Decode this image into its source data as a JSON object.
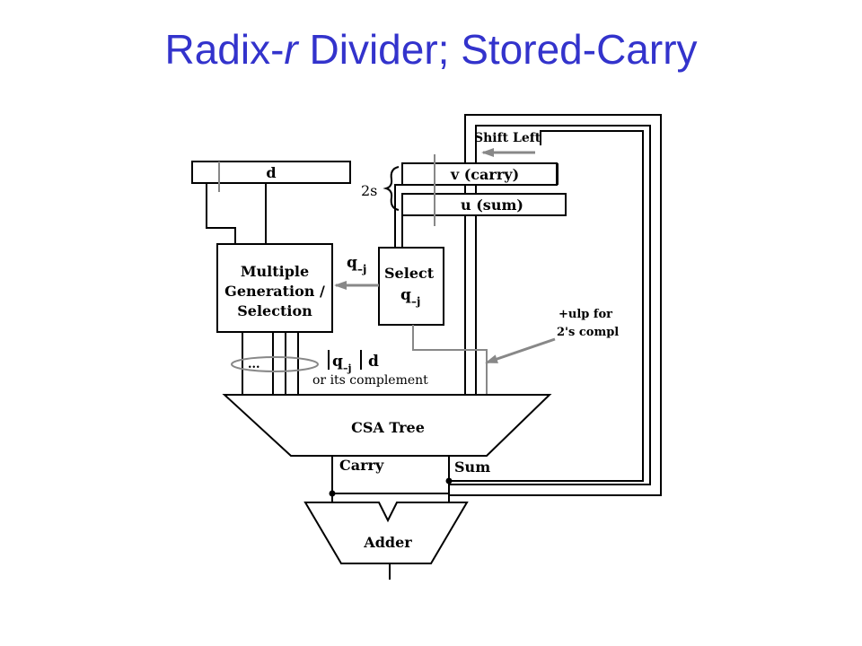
{
  "title": {
    "pre": "Radix-",
    "italic": "r",
    "post": " Divider; Stored-Carry"
  },
  "labels": {
    "d_register": "d",
    "carry_register": "v (carry)",
    "sum_register": "u (sum)",
    "two_s": "2s",
    "shift_left": "Shift Left",
    "mult_line1": "Multiple",
    "mult_line2": "Generation /",
    "mult_line3": "Selection",
    "select_line1": "Select",
    "select_q": "q",
    "select_sub": "–j",
    "q_arrow": "q",
    "q_arrow_sub": "–j",
    "ulp_line1": "+ulp for",
    "ulp_line2": "2's compl",
    "ellipsis": "...",
    "qjd_q": "q",
    "qjd_sub": "–j",
    "qjd_d": "d",
    "complement": "or its complement",
    "csa_tree": "CSA Tree",
    "carry_out": "Carry",
    "sum_out": "Sum",
    "adder": "Adder"
  },
  "colors": {
    "title": "#3333cc",
    "arrow_gray": "#888888"
  }
}
